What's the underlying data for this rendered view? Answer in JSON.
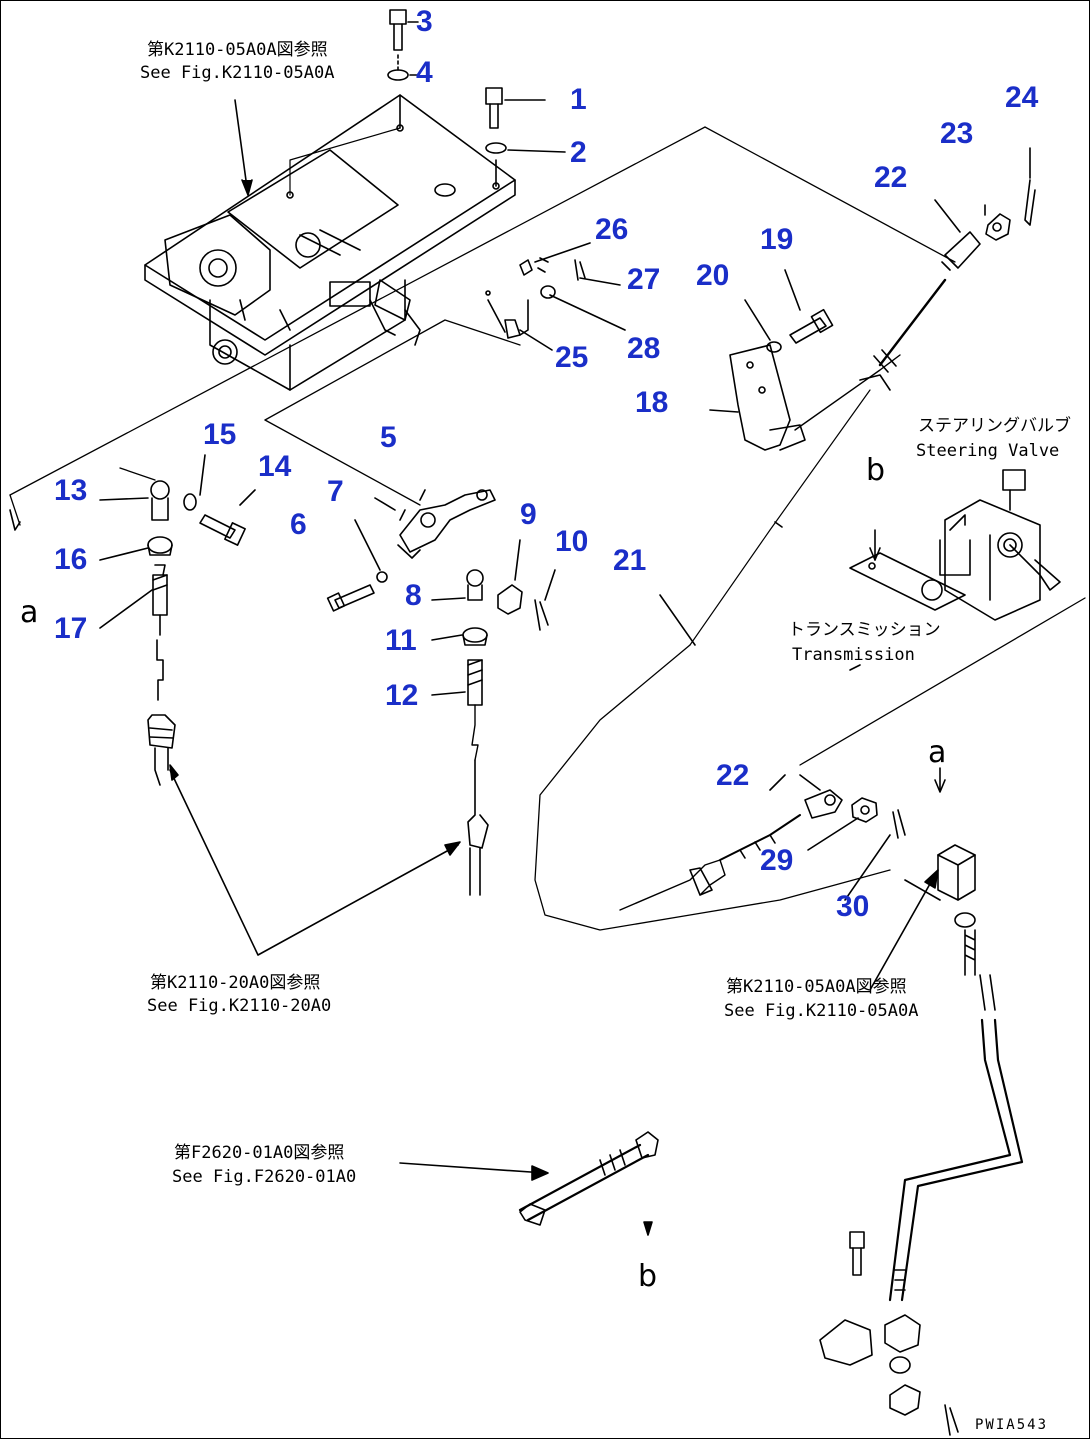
{
  "callouts": [
    {
      "id": "p3",
      "text": "3"
    },
    {
      "id": "p4",
      "text": "4"
    },
    {
      "id": "p1",
      "text": "1"
    },
    {
      "id": "p2",
      "text": "2"
    },
    {
      "id": "p24",
      "text": "24"
    },
    {
      "id": "p23",
      "text": "23"
    },
    {
      "id": "p22a",
      "text": "22"
    },
    {
      "id": "p26",
      "text": "26"
    },
    {
      "id": "p19",
      "text": "19"
    },
    {
      "id": "p20",
      "text": "20"
    },
    {
      "id": "p27",
      "text": "27"
    },
    {
      "id": "p28",
      "text": "28"
    },
    {
      "id": "p25",
      "text": "25"
    },
    {
      "id": "p18",
      "text": "18"
    },
    {
      "id": "p15",
      "text": "15"
    },
    {
      "id": "p5",
      "text": "5"
    },
    {
      "id": "p14",
      "text": "14"
    },
    {
      "id": "p13",
      "text": "13"
    },
    {
      "id": "p7",
      "text": "7"
    },
    {
      "id": "p9",
      "text": "9"
    },
    {
      "id": "p10",
      "text": "10"
    },
    {
      "id": "p6",
      "text": "6"
    },
    {
      "id": "p21",
      "text": "21"
    },
    {
      "id": "p16",
      "text": "16"
    },
    {
      "id": "p8",
      "text": "8"
    },
    {
      "id": "p17",
      "text": "17"
    },
    {
      "id": "p11",
      "text": "11"
    },
    {
      "id": "p12",
      "text": "12"
    },
    {
      "id": "p22b",
      "text": "22"
    },
    {
      "id": "p29",
      "text": "29"
    },
    {
      "id": "p30",
      "text": "30"
    }
  ],
  "references": {
    "ref1_jp": "第K2110-05A0A図参照",
    "ref1_en": "See Fig.K2110-05A0A",
    "steering_jp": "ステアリングバルブ",
    "steering_en": "Steering Valve",
    "trans_jp": "トランスミッション",
    "trans_en": "Transmission",
    "ref2_jp": "第K2110-20A0図参照",
    "ref2_en": "See Fig.K2110-20A0",
    "ref3_jp": "第K2110-05A0A図参照",
    "ref3_en": "See Fig.K2110-05A0A",
    "ref4_jp": "第F2620-01A0図参照",
    "ref4_en": "See Fig.F2620-01A0"
  },
  "markers": {
    "a_left": "a",
    "b_top": "b",
    "a_right": "a",
    "b_bottom": "b"
  },
  "drawing_code": "PWIA543"
}
